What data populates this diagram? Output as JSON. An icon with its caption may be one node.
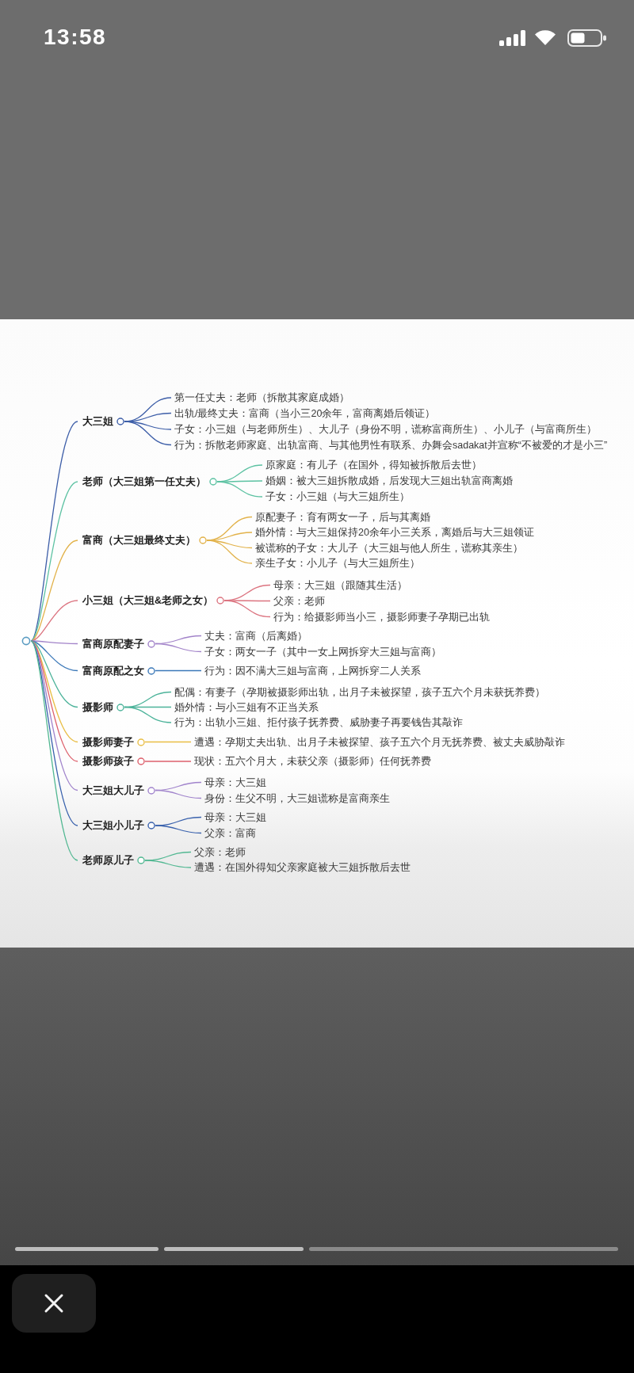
{
  "diagram": {
    "nodes": [
      {
        "text": [],
        "shape": "circle"
      },
      {
        "text": [
          "大三姐"
        ]
      },
      {
        "text": [
          "第一任丈夫：老师（拆散其家庭成婚）"
        ]
      },
      {
        "text": [
          "出轨/最终丈夫：富商（当小三20余年，富商离婚后领证）"
        ]
      },
      {
        "text": [
          "子女：小三姐（与老师所生）、大儿子（身份不明，谎称富商所生）、小儿子（与富商所生）"
        ]
      },
      {
        "text": [
          "行为：拆散老师家庭、出轨富商、与其他男性有联系、办舞会sadakat并宣称“不被爱的才是小三”"
        ]
      },
      {
        "text": [
          "老师（大三姐第一任丈夫）"
        ]
      },
      {
        "text": [
          "原家庭：有儿子（在国外，得知被拆散后去世）"
        ]
      },
      {
        "text": [
          "婚姻：被大三姐拆散成婚，后发现大三姐出轨富商离婚"
        ]
      },
      {
        "text": [
          "子女：小三姐（与大三姐所生）"
        ]
      },
      {
        "text": [
          "富商（大三姐最终丈夫）"
        ]
      },
      {
        "text": [
          "原配妻子：育有两女一子，后与其离婚"
        ]
      },
      {
        "text": [
          "婚外情：与大三姐保持20余年小三关系，离婚后与大三姐领证"
        ]
      },
      {
        "text": [
          "被谎称的子女：大儿子（大三姐与他人所生，谎称其亲生）"
        ]
      },
      {
        "text": [
          "亲生子女：小儿子（与大三姐所生）"
        ]
      },
      {
        "text": [
          "小三姐（大三姐&老师之女）"
        ]
      },
      {
        "text": [
          "母亲：大三姐（跟随其生活）"
        ]
      },
      {
        "text": [
          "父亲：老师"
        ]
      },
      {
        "text": [
          "行为：给摄影师当小三，摄影师妻子孕期已出轨"
        ]
      },
      {
        "text": [
          "富商原配妻子"
        ]
      },
      {
        "text": [
          "丈夫：富商（后离婚）"
        ]
      },
      {
        "text": [
          "子女：两女一子（其中一女上网拆穿大三姐与富商）"
        ]
      },
      {
        "text": [
          "富商原配之女"
        ]
      },
      {
        "text": [
          "行为：因不满大三姐与富商，上网拆穿二人关系"
        ]
      },
      {
        "text": [
          "摄影师"
        ]
      },
      {
        "text": [
          "配偶：有妻子（孕期被摄影师出轨，出月子未被探望，孩子五六个月未获抚养费）"
        ]
      },
      {
        "text": [
          "婚外情：与小三姐有不正当关系"
        ]
      },
      {
        "text": [
          "行为：出轨小三姐、拒付孩子抚养费、威胁妻子再要钱告其敲诈"
        ]
      },
      {
        "text": [
          "摄影师妻子"
        ]
      },
      {
        "text": [
          "遭遇：孕期丈夫出轨、出月子未被探望、孩子五六个月无抚养费、被丈夫威胁敲诈"
        ]
      },
      {
        "text": [
          "摄影师孩子"
        ]
      },
      {
        "text": [
          "现状：五六个月大，未获父亲（摄影师）任何抚养费"
        ]
      },
      {
        "text": [
          "大三姐大儿子"
        ]
      },
      {
        "text": [
          "母亲：大三姐"
        ]
      },
      {
        "text": [
          "身份：生父不明，大三姐谎称是富商亲生"
        ]
      },
      {
        "text": [
          "大三姐小儿子"
        ]
      },
      {
        "text": [
          "母亲：大三姐"
        ]
      },
      {
        "text": [
          "父亲：富商"
        ]
      },
      {
        "text": [
          "老师原儿子"
        ]
      },
      {
        "text": [
          "父亲：老师"
        ]
      },
      {
        "text": [
          "遭遇：在国外得知父亲家庭被大三姐拆散后去世"
        ]
      }
    ],
    "edges": [
      {
        "from": 0,
        "to": 1,
        "arrow": "none",
        "color": "#3d5ea8"
      },
      {
        "from": 1,
        "to": 2,
        "arrow": "none",
        "color": "#3d5ea8"
      },
      {
        "from": 1,
        "to": 3,
        "arrow": "none",
        "color": "#3d5ea8"
      },
      {
        "from": 1,
        "to": 4,
        "arrow": "none",
        "color": "#3d5ea8"
      },
      {
        "from": 1,
        "to": 5,
        "arrow": "none",
        "color": "#3d5ea8"
      },
      {
        "from": 0,
        "to": 6,
        "arrow": "none",
        "color": "#5cc2a2"
      },
      {
        "from": 6,
        "to": 7,
        "arrow": "none",
        "color": "#5cc2a2"
      },
      {
        "from": 6,
        "to": 8,
        "arrow": "none",
        "color": "#5cc2a2"
      },
      {
        "from": 6,
        "to": 9,
        "arrow": "none",
        "color": "#5cc2a2"
      },
      {
        "from": 0,
        "to": 10,
        "arrow": "none",
        "color": "#e2b24a"
      },
      {
        "from": 10,
        "to": 11,
        "arrow": "none",
        "color": "#e2b24a"
      },
      {
        "from": 10,
        "to": 12,
        "arrow": "none",
        "color": "#e2b24a"
      },
      {
        "from": 10,
        "to": 13,
        "arrow": "none",
        "color": "#e2b24a"
      },
      {
        "from": 10,
        "to": 14,
        "arrow": "none",
        "color": "#e2b24a"
      },
      {
        "from": 0,
        "to": 15,
        "arrow": "none",
        "color": "#dc7480"
      },
      {
        "from": 15,
        "to": 16,
        "arrow": "none",
        "color": "#dc7480"
      },
      {
        "from": 15,
        "to": 17,
        "arrow": "none",
        "color": "#dc7480"
      },
      {
        "from": 15,
        "to": 18,
        "arrow": "none",
        "color": "#dc7480"
      },
      {
        "from": 0,
        "to": 19,
        "arrow": "none",
        "color": "#a283c9"
      },
      {
        "from": 19,
        "to": 20,
        "arrow": "none",
        "color": "#a283c9"
      },
      {
        "from": 19,
        "to": 21,
        "arrow": "none",
        "color": "#a283c9"
      },
      {
        "from": 0,
        "to": 22,
        "arrow": "none",
        "color": "#3b78b8"
      },
      {
        "from": 22,
        "to": 23,
        "arrow": "none",
        "color": "#3b78b8"
      },
      {
        "from": 0,
        "to": 24,
        "arrow": "none",
        "color": "#4cb39a"
      },
      {
        "from": 24,
        "to": 25,
        "arrow": "none",
        "color": "#4cb39a"
      },
      {
        "from": 24,
        "to": 26,
        "arrow": "none",
        "color": "#4cb39a"
      },
      {
        "from": 24,
        "to": 27,
        "arrow": "none",
        "color": "#4cb39a"
      },
      {
        "from": 0,
        "to": 28,
        "arrow": "none",
        "color": "#e9be45"
      },
      {
        "from": 28,
        "to": 29,
        "arrow": "none",
        "color": "#e9be45"
      },
      {
        "from": 0,
        "to": 30,
        "arrow": "none",
        "color": "#dd5f6b"
      },
      {
        "from": 30,
        "to": 31,
        "arrow": "none",
        "color": "#dd5f6b"
      },
      {
        "from": 0,
        "to": 32,
        "arrow": "none",
        "color": "#a184cc"
      },
      {
        "from": 32,
        "to": 33,
        "arrow": "none",
        "color": "#a184cc"
      },
      {
        "from": 32,
        "to": 34,
        "arrow": "none",
        "color": "#a184cc"
      },
      {
        "from": 0,
        "to": 35,
        "arrow": "none",
        "color": "#3a62ad"
      },
      {
        "from": 35,
        "to": 36,
        "arrow": "none",
        "color": "#3a62ad"
      },
      {
        "from": 35,
        "to": 37,
        "arrow": "none",
        "color": "#3a62ad"
      },
      {
        "from": 0,
        "to": 38,
        "arrow": "none",
        "color": "#52b892"
      },
      {
        "from": 38,
        "to": 39,
        "arrow": "none",
        "color": "#52b892"
      },
      {
        "from": 38,
        "to": 40,
        "arrow": "none",
        "color": "#52b892"
      }
    ],
    "labels": [
      "13:58"
    ]
  }
}
